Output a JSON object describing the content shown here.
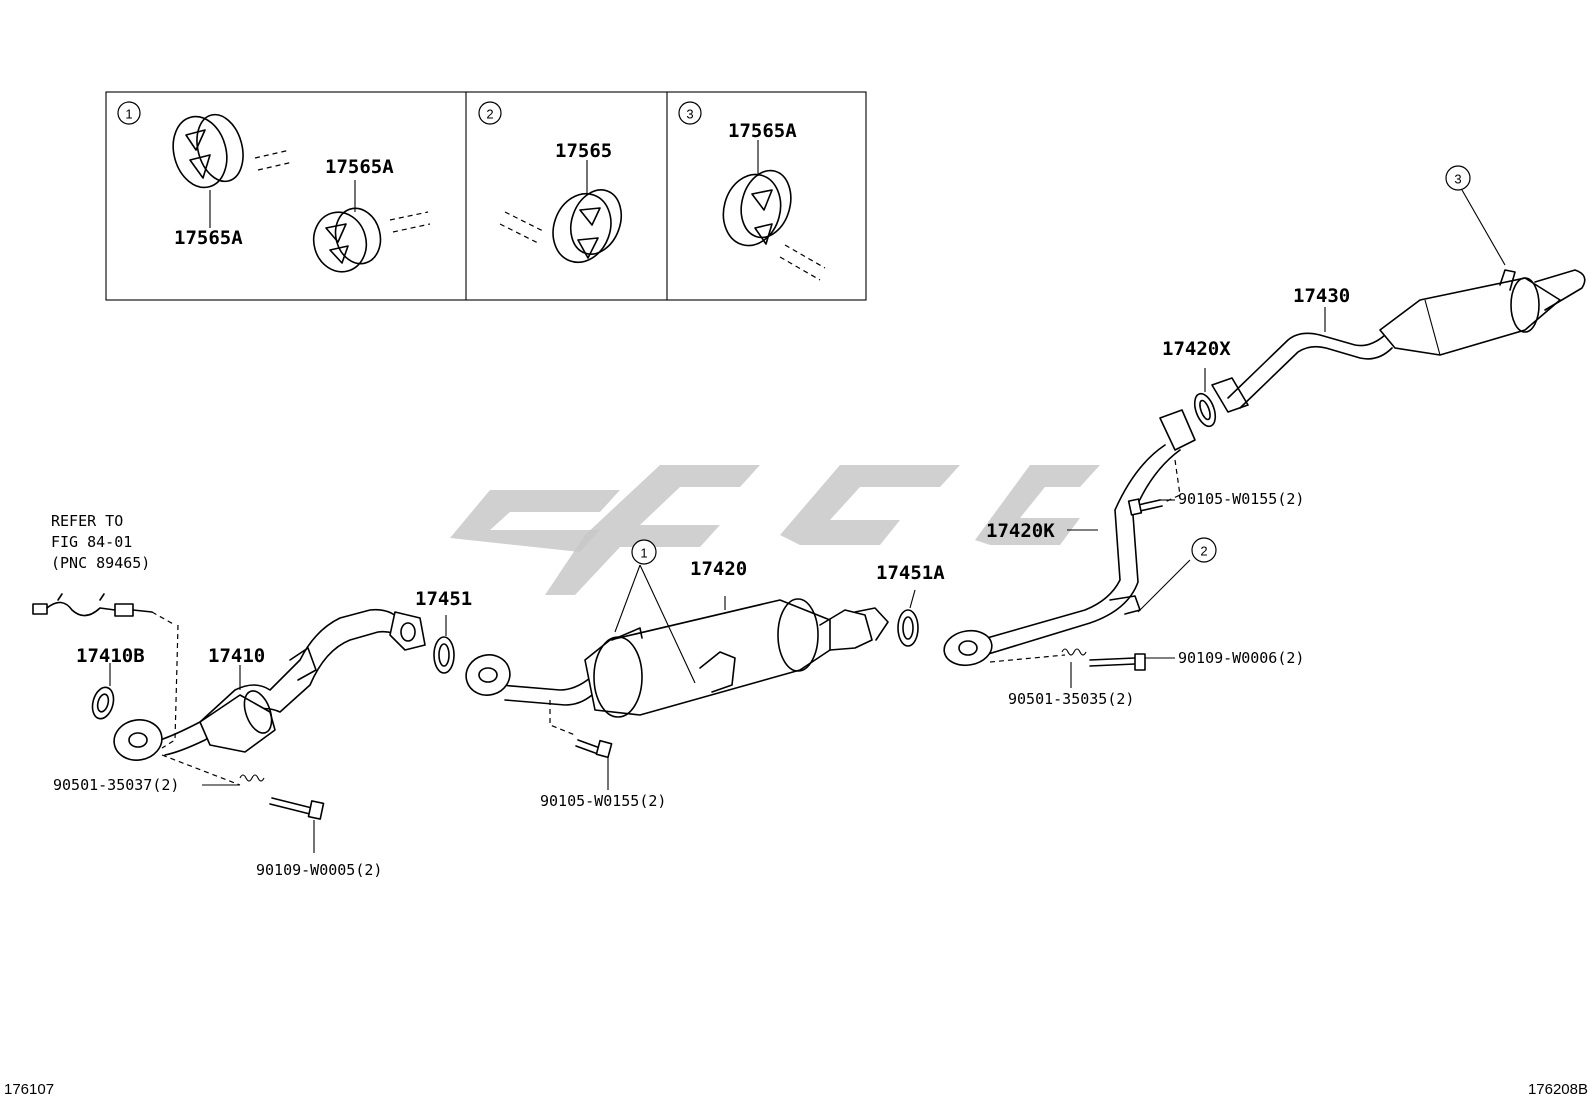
{
  "callouts": [
    "1",
    "2",
    "3"
  ],
  "labels": {
    "detail1_top": "17565A",
    "detail1_bottom": "17565A",
    "detail2": "17565",
    "detail3": "17565A",
    "p17430": "17430",
    "p17420x": "17420X",
    "p17420k": "17420K",
    "p17420": "17420",
    "p17451a": "17451A",
    "p17451": "17451",
    "p17410": "17410",
    "p17410b": "17410B",
    "bolt_90105_right": "90105-W0155(2)",
    "bolt_90105_center": "90105-W0155(2)",
    "bolt_90109_right": "90109-W0006(2)",
    "spring_90501_right": "90501-35035(2)",
    "spring_90501_left": "90501-35037(2)",
    "bolt_90109_left": "90109-W0005(2)"
  },
  "refer_note": [
    "REFER TO",
    "FIG 84-01",
    "(PNC 89465)"
  ],
  "footer": {
    "left_code": "176107",
    "right_code": "176208B"
  }
}
